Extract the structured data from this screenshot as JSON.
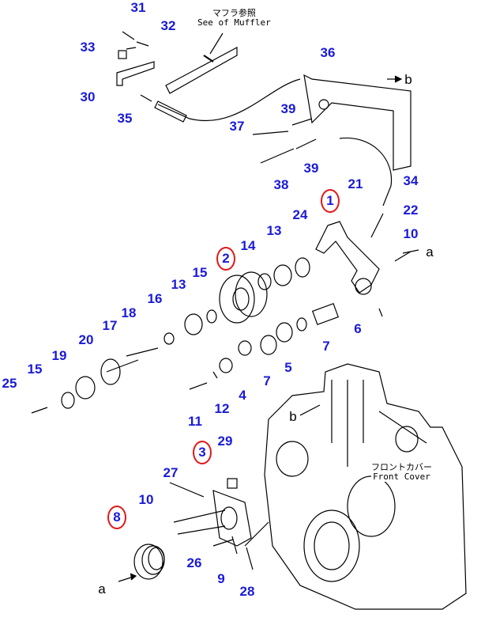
{
  "notes": {
    "muffler_jp": "マフラ参照",
    "muffler_en": "See of Muffler",
    "front_cover_jp": "フロントカバー",
    "front_cover_en": "Front Cover"
  },
  "callouts": [
    "31",
    "32",
    "33",
    "30",
    "35",
    "36",
    "b",
    "39",
    "37",
    "39",
    "38",
    "34",
    "21",
    "1",
    "22",
    "10",
    "a",
    "2",
    "14",
    "13",
    "24",
    "15",
    "13",
    "16",
    "18",
    "17",
    "20",
    "19",
    "6",
    "7",
    "5",
    "7",
    "4",
    "15",
    "25",
    "11",
    "12",
    "b",
    "29",
    "3",
    "27",
    "10",
    "8",
    "26",
    "9",
    "28",
    "a"
  ],
  "highlighted": [
    "1",
    "2",
    "3",
    "8"
  ],
  "colors": {
    "callout": "#1a1ad6",
    "highlight": "#e01818"
  }
}
